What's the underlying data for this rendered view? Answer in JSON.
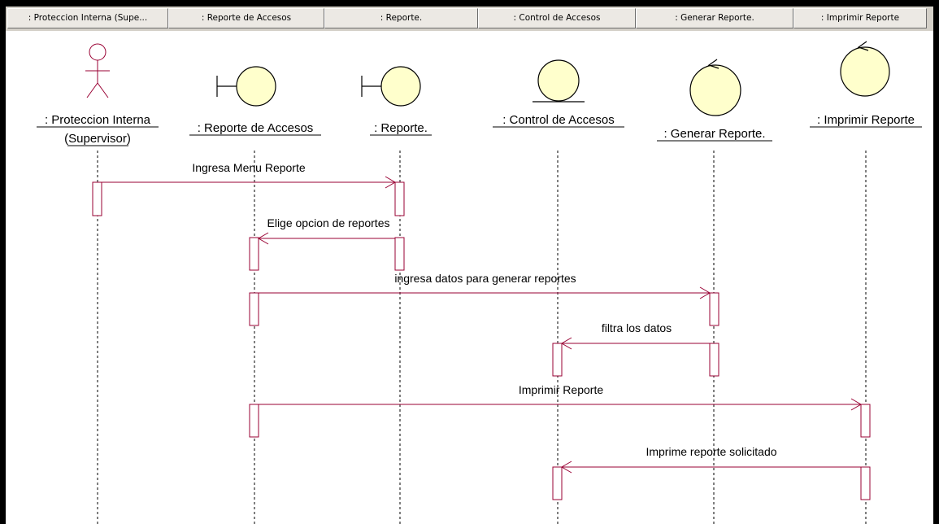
{
  "header": {
    "columns": [
      ": Proteccion Interna (Supe...",
      ": Reporte de Accesos",
      ": Reporte.",
      ": Control de Accesos",
      ": Generar Reporte.",
      ": Imprimir Reporte"
    ]
  },
  "objects": [
    {
      "label_lines": [
        ": Proteccion Interna",
        "(Supervisor)"
      ],
      "kind": "actor"
    },
    {
      "label_lines": [
        ": Reporte de Accesos"
      ],
      "kind": "boundary"
    },
    {
      "label_lines": [
        ": Reporte."
      ],
      "kind": "boundary"
    },
    {
      "label_lines": [
        ": Control de Accesos"
      ],
      "kind": "entity"
    },
    {
      "label_lines": [
        ": Generar Reporte."
      ],
      "kind": "control"
    },
    {
      "label_lines": [
        ": Imprimir Reporte"
      ],
      "kind": "control"
    }
  ],
  "messages": [
    {
      "from": 0,
      "to": 2,
      "label": "Ingresa Menu Reporte"
    },
    {
      "from": 2,
      "to": 1,
      "label": "Elige opcion de reportes"
    },
    {
      "from": 1,
      "to": 4,
      "label": "ingresa datos para generar  reportes"
    },
    {
      "from": 4,
      "to": 3,
      "label": "filtra los datos"
    },
    {
      "from": 1,
      "to": 5,
      "label": "Imprimir Reporte"
    },
    {
      "from": 5,
      "to": 3,
      "label": "Imprime reporte solicitado"
    }
  ],
  "colors": {
    "message_line": "#990033",
    "object_fill": "#ffffcc",
    "object_stroke": "#000000",
    "actor_stroke": "#990033",
    "activation_stroke": "#990033"
  }
}
